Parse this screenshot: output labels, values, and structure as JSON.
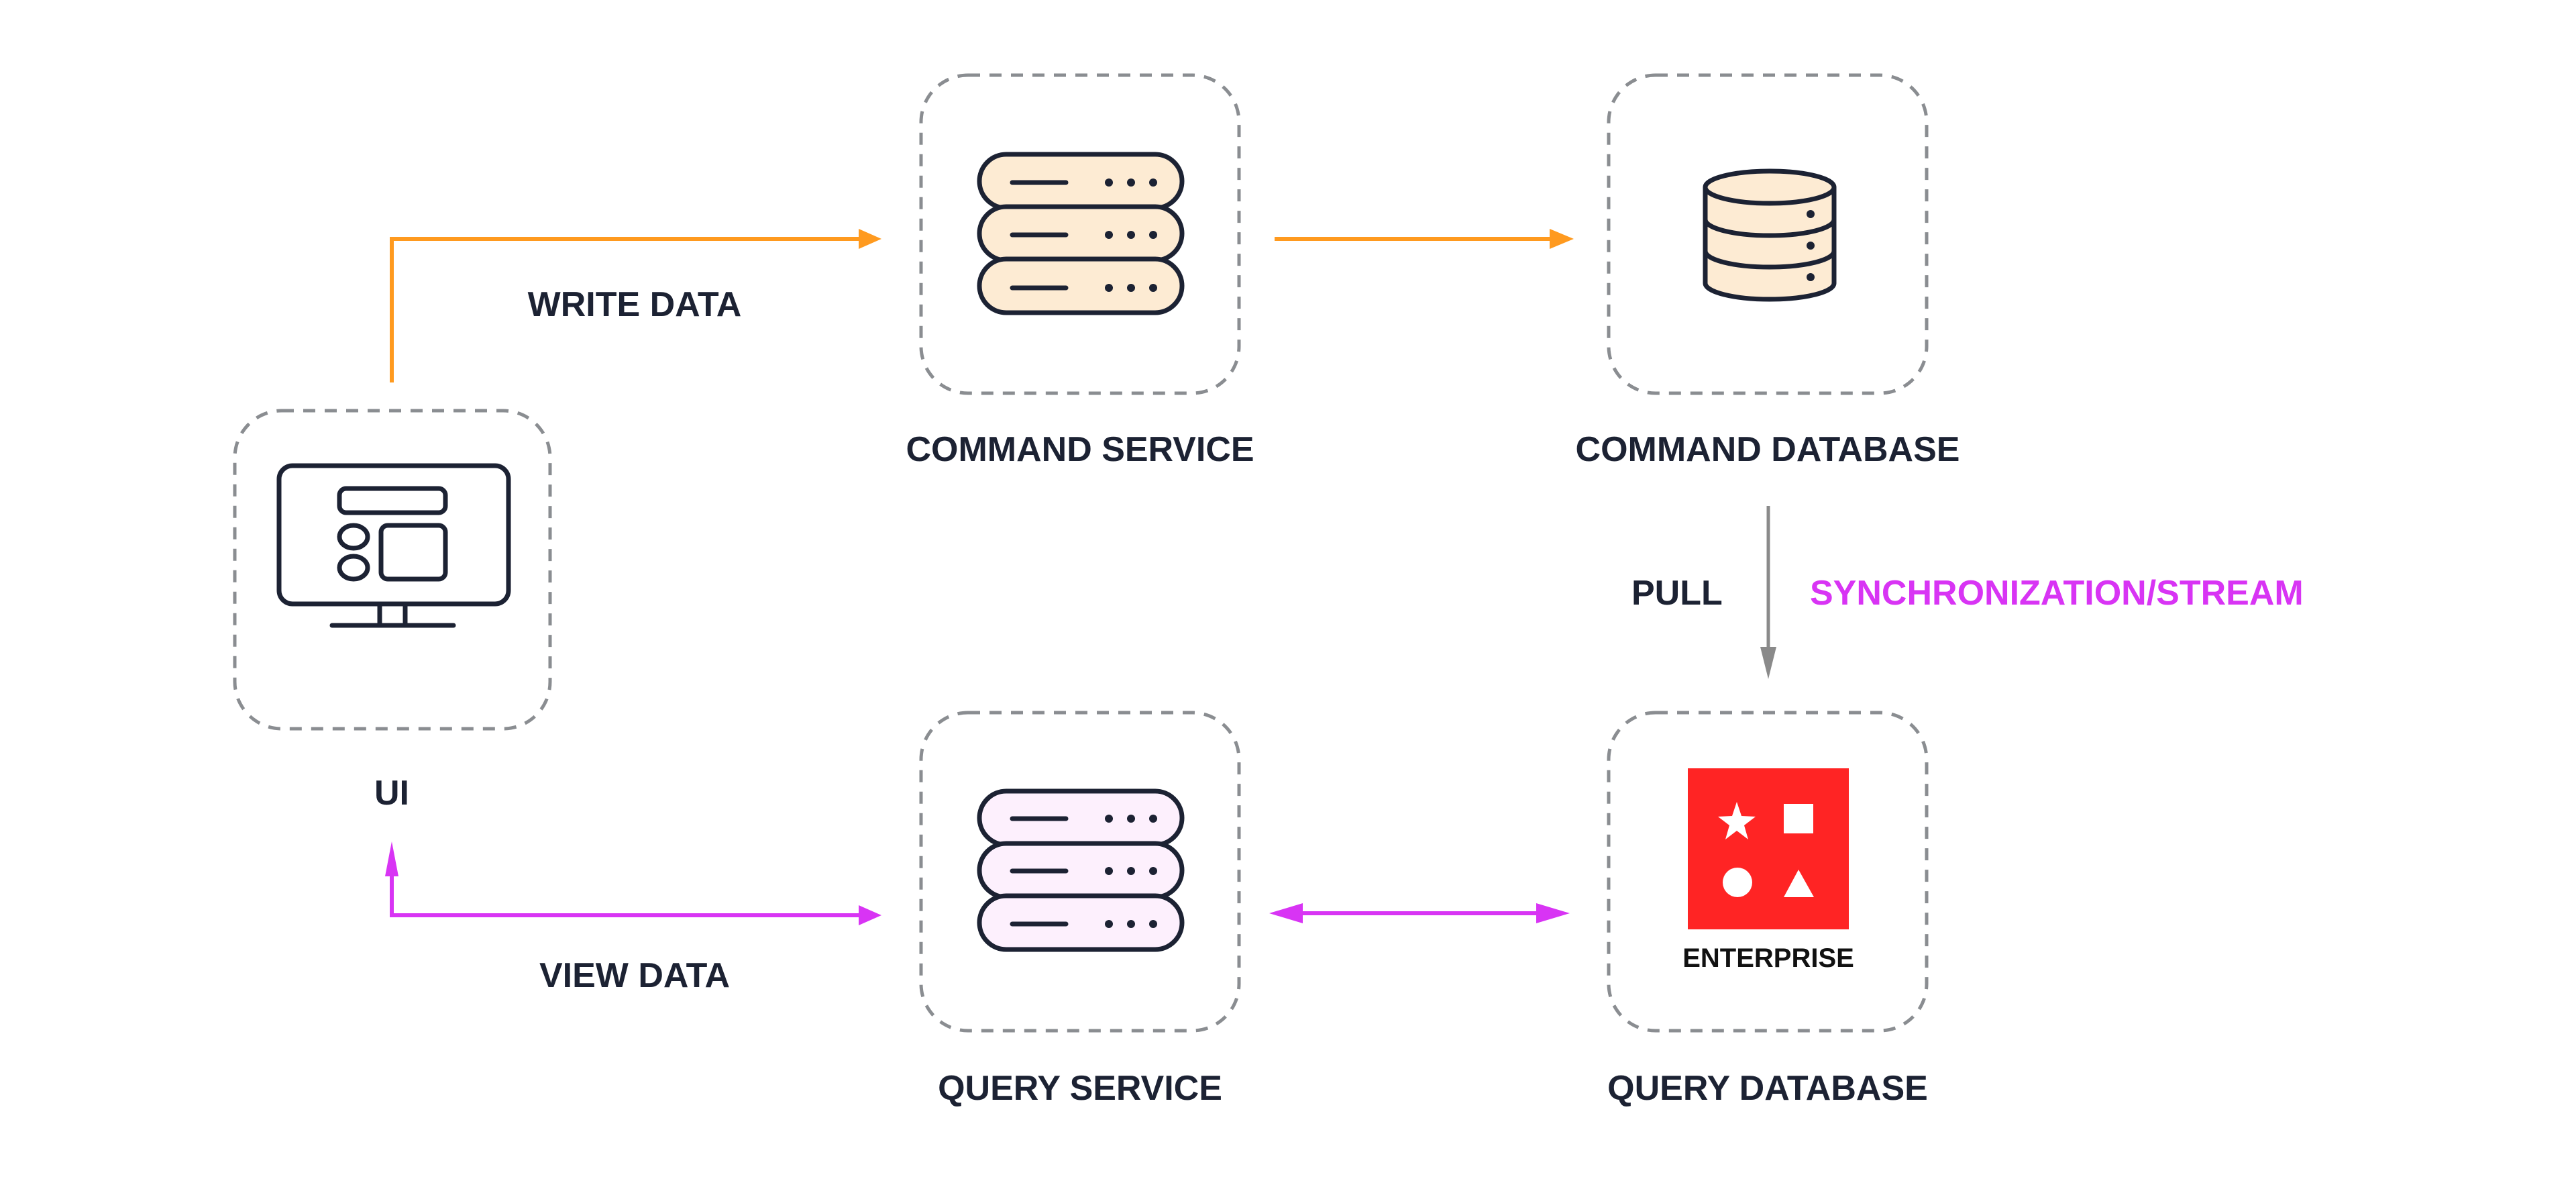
{
  "diagram": {
    "title": "CQRS architecture",
    "colors": {
      "text": "#1c2233",
      "write_arrow": "#ff9a1f",
      "read_arrow": "#d834f4",
      "pull_arrow": "#8a8a8a",
      "node_border": "#8a8d91",
      "command_fill": "#fdebd3",
      "query_fill": "#fdf0fd",
      "enterprise_red": "#ff2424",
      "icon_stroke": "#1c2233"
    },
    "nodes": [
      {
        "id": "ui",
        "label": "UI",
        "icon": "monitor-icon"
      },
      {
        "id": "command_service",
        "label": "COMMAND SERVICE",
        "icon": "server-stack-icon"
      },
      {
        "id": "command_database",
        "label": "COMMAND DATABASE",
        "icon": "database-icon"
      },
      {
        "id": "query_service",
        "label": "QUERY SERVICE",
        "icon": "server-stack-icon"
      },
      {
        "id": "query_database",
        "label": "QUERY DATABASE",
        "icon": "enterprise-logo-icon",
        "badge": "ENTERPRISE"
      }
    ],
    "edges": [
      {
        "from": "ui",
        "to": "command_service",
        "label": "WRITE DATA",
        "style": "write"
      },
      {
        "from": "command_service",
        "to": "command_database",
        "label": "",
        "style": "write"
      },
      {
        "from": "command_database",
        "to": "query_database",
        "label": "PULL",
        "style": "pull",
        "side_label": "SYNCHRONIZATION/STREAM"
      },
      {
        "from": "query_database",
        "to": "query_service",
        "label": "",
        "style": "read",
        "bidirectional": true
      },
      {
        "from": "query_service",
        "to": "ui",
        "label": "VIEW DATA",
        "style": "read",
        "bidirectional": true
      }
    ]
  }
}
